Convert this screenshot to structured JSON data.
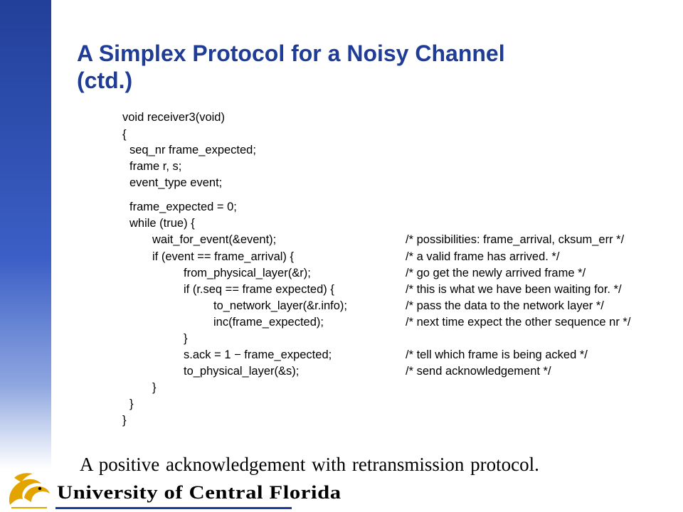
{
  "slide": {
    "title_line1": "A Simplex Protocol for a Noisy Channel",
    "title_line2": "(ctd.)",
    "code_lines": [
      {
        "code": "void receiver3(void)",
        "comment": ""
      },
      {
        "code": "{",
        "comment": ""
      },
      {
        "code": "seq_nr frame_expected;",
        "comment": ""
      },
      {
        "code": "frame r, s;",
        "comment": ""
      },
      {
        "code": "event_type event;",
        "comment": ""
      },
      {
        "code": "frame_expected = 0;",
        "comment": ""
      },
      {
        "code": "while (true) {",
        "comment": ""
      },
      {
        "code": "wait_for_event(&event);",
        "comment": "/* possibilities: frame_arrival, cksum_err */"
      },
      {
        "code": "if (event == frame_arrival) {",
        "comment": "/* a valid frame has arrived. */"
      },
      {
        "code": "from_physical_layer(&r);",
        "comment": "/* go get the newly arrived frame */"
      },
      {
        "code": "if (r.seq == frame  expected) {",
        "comment": "/* this is what we have been waiting for. */"
      },
      {
        "code": "to_network_layer(&r.info);",
        "comment": "/* pass the data to the network layer */"
      },
      {
        "code": "inc(frame_expected);",
        "comment": "/* next time expect the other sequence nr */"
      },
      {
        "code": "}",
        "comment": ""
      },
      {
        "code": "s.ack = 1 − frame_expected;",
        "comment": "/* tell which frame is being acked */"
      },
      {
        "code": "to_physical_layer(&s);",
        "comment": "/* send acknowledgement */"
      },
      {
        "code": "}",
        "comment": ""
      },
      {
        "code": "}",
        "comment": ""
      },
      {
        "code": "}",
        "comment": ""
      }
    ],
    "caption": "A positive acknowledgement with retransmission protocol."
  },
  "footer": {
    "university_name": "University of Central Florida",
    "logo_icon": "pegasus-logo-icon",
    "colors": {
      "brand_blue": "#1f3c96",
      "logo_gold": "#e3a400"
    }
  }
}
